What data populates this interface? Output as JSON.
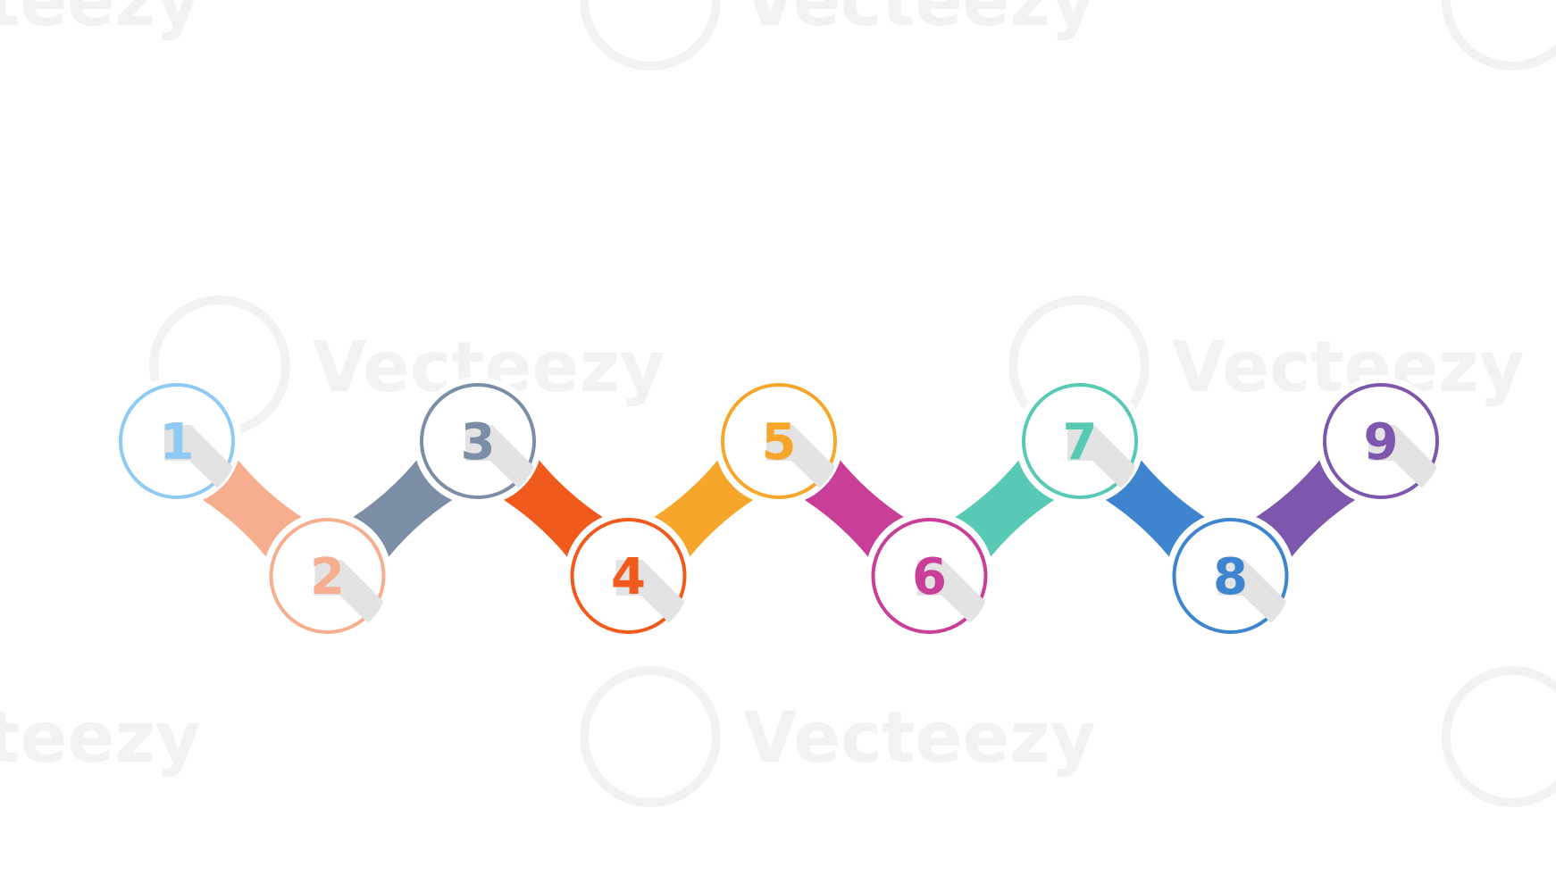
{
  "watermark": {
    "text": "Vecteezy",
    "color": "#f2f2f2"
  },
  "diagram": {
    "steps": [
      {
        "number": "1",
        "color": "#8ecaf3"
      },
      {
        "number": "2",
        "color": "#f7ae8f"
      },
      {
        "number": "3",
        "color": "#7b8ea6"
      },
      {
        "number": "4",
        "color": "#f05a1c"
      },
      {
        "number": "5",
        "color": "#f6a72b"
      },
      {
        "number": "6",
        "color": "#c93f98"
      },
      {
        "number": "7",
        "color": "#57c9b5"
      },
      {
        "number": "8",
        "color": "#3f84cf"
      },
      {
        "number": "9",
        "color": "#7d56ad"
      }
    ],
    "shadow_color": "#e3e3e3"
  }
}
